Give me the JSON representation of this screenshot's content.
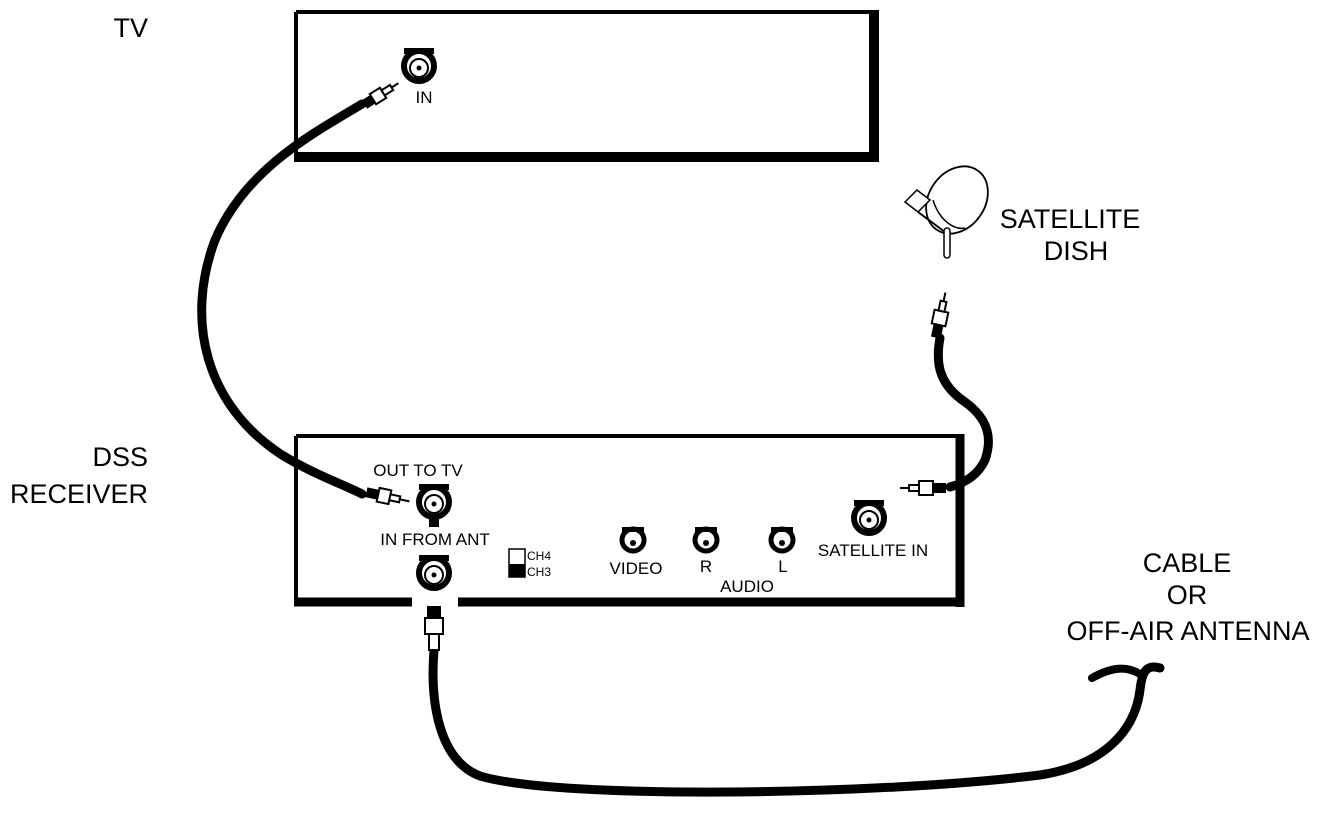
{
  "labels": {
    "tv": "TV",
    "dss_line1": "DSS",
    "dss_line2": "RECEIVER",
    "satellite_line1": "SATELLITE",
    "satellite_line2": "DISH",
    "cable_line1": "CABLE",
    "cable_line2": "OR",
    "cable_line3": "OFF-AIR ANTENNA"
  },
  "tv_panel": {
    "in_label": "IN"
  },
  "receiver_panel": {
    "out_to_tv": "OUT TO TV",
    "in_from_ant": "IN FROM ANT",
    "ch4": "CH4",
    "ch3": "CH3",
    "video": "VIDEO",
    "audio_r": "R",
    "audio_l": "L",
    "audio": "AUDIO",
    "satellite_in": "SATELLITE IN"
  }
}
